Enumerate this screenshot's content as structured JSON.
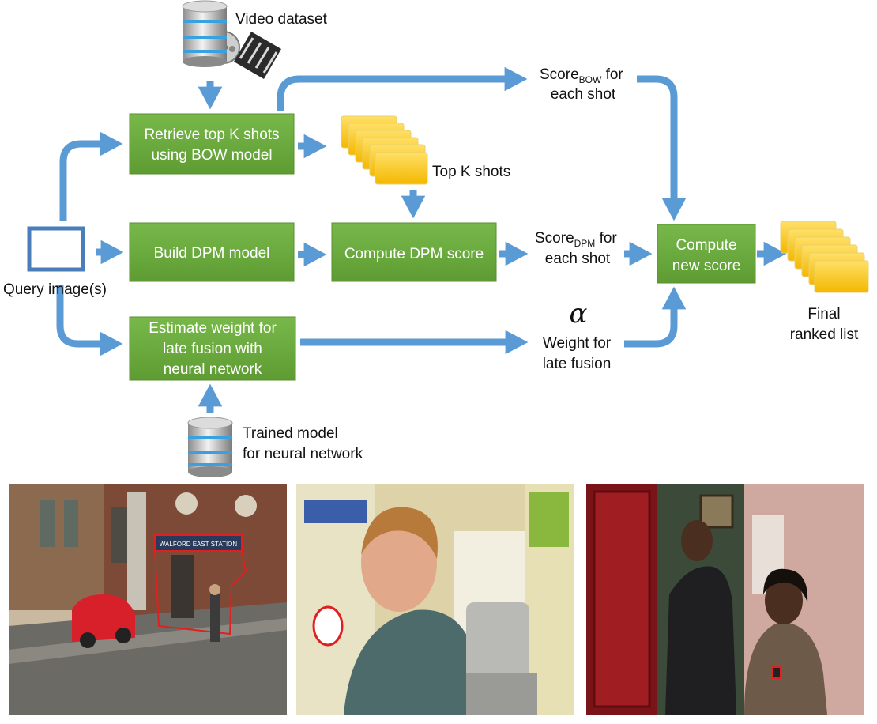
{
  "sources": {
    "video_dataset": "Video dataset",
    "trained_model_line1": "Trained model",
    "trained_model_line2": "for neural network"
  },
  "query": {
    "label": "Query image(s)"
  },
  "boxes": {
    "retrieve_line1": "Retrieve top K shots",
    "retrieve_line2": "using BOW model",
    "build_dpm": "Build DPM model",
    "compute_dpm": "Compute DPM score",
    "estimate_line1": "Estimate weight for",
    "estimate_line2": "late fusion with",
    "estimate_line3": "neural network",
    "compute_new_line1": "Compute",
    "compute_new_line2": "new score"
  },
  "labels": {
    "top_k": "Top K shots",
    "score_bow_main": "Score",
    "score_bow_sub": "BOW",
    "score_bow_rest": " for",
    "score_bow_line2": "each shot",
    "score_dpm_main": "Score",
    "score_dpm_sub": "DPM",
    "score_dpm_rest": " for",
    "score_dpm_line2": "each shot",
    "alpha": "α",
    "weight_line1": "Weight for",
    "weight_line2": "late fusion",
    "final_line1": "Final",
    "final_line2": "ranked list"
  },
  "photos": {
    "photo1_sign": "WALFORD EAST STATION"
  },
  "colors": {
    "box_green": "#6aab3e",
    "arrow_blue": "#5b9bd5",
    "shot_yellow": "#f5c000",
    "query_frame": "#4a7ebb"
  }
}
